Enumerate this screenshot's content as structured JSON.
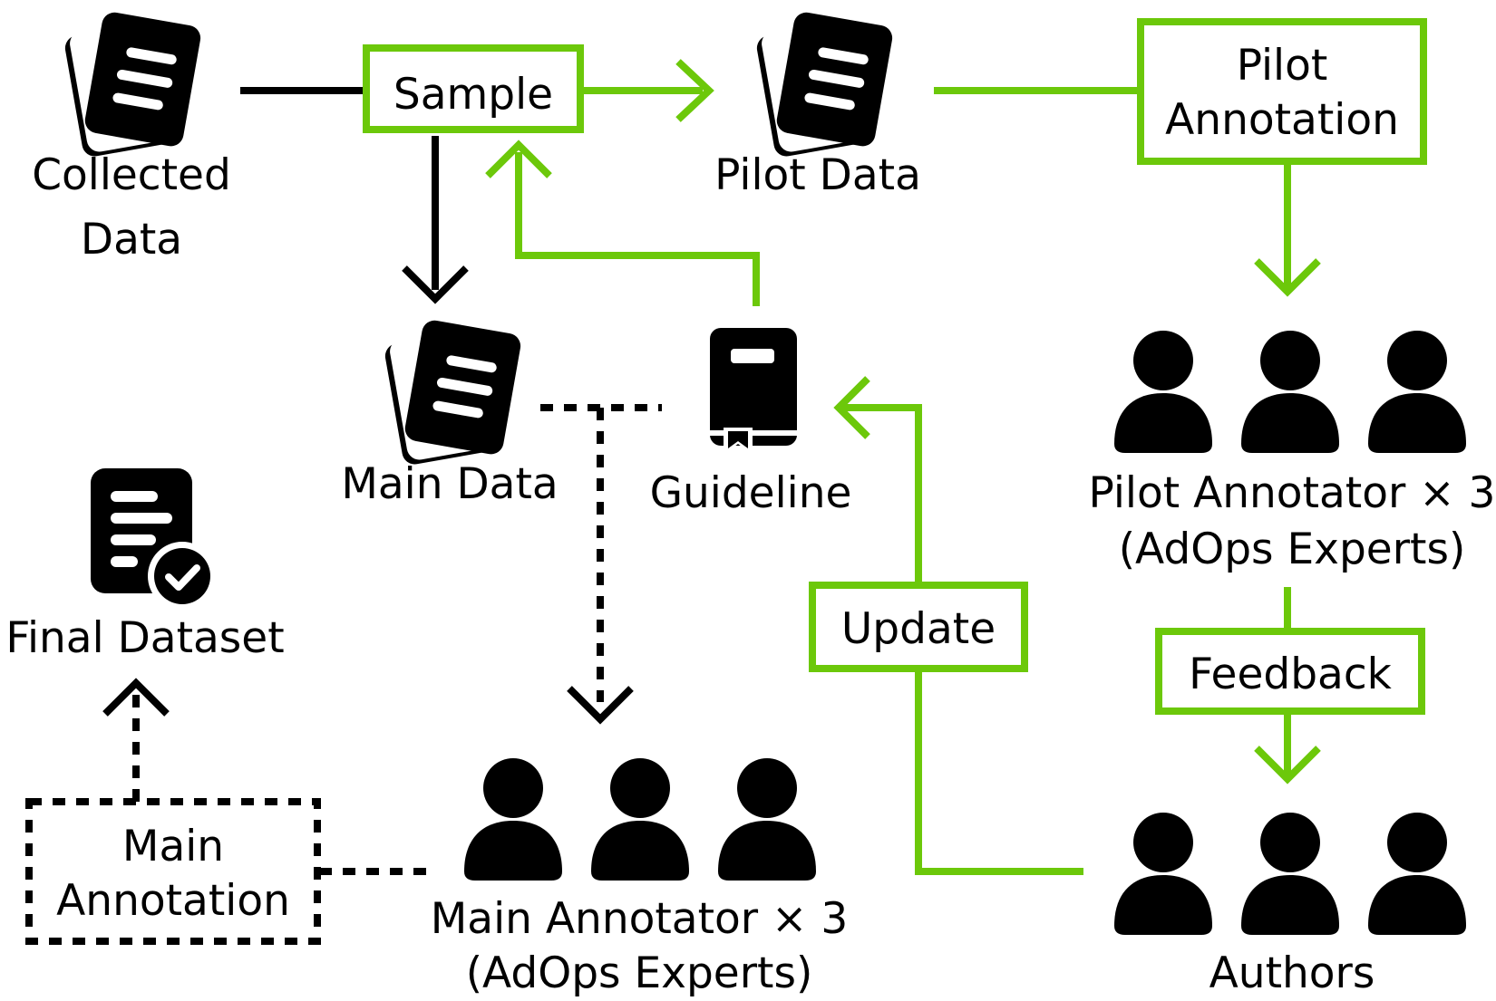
{
  "colors": {
    "accent": "#6cc80a",
    "ink": "#000000",
    "background": "#ffffff"
  },
  "nodes": {
    "collected_data": {
      "icon": "documents-icon",
      "label_lines": [
        "Collected",
        "Data"
      ]
    },
    "pilot_data": {
      "icon": "documents-icon",
      "label": "Pilot Data"
    },
    "main_data": {
      "icon": "documents-icon",
      "label": "Main Data"
    },
    "guideline": {
      "icon": "book-icon",
      "label": "Guideline"
    },
    "final_dataset": {
      "icon": "checked-document-icon",
      "label": "Final Dataset"
    },
    "pilot_annotators": {
      "icon": "group-icon",
      "label_lines": [
        "Pilot Annotator × 3",
        "(AdOps Experts)"
      ]
    },
    "main_annotators": {
      "icon": "group-icon",
      "label_lines": [
        "Main Annotator × 3",
        "(AdOps Experts)"
      ]
    },
    "authors": {
      "icon": "group-icon",
      "label": "Authors"
    }
  },
  "process_boxes": {
    "sample": {
      "label": "Sample"
    },
    "pilot_annotation": {
      "label_lines": [
        "Pilot",
        "Annotation"
      ]
    },
    "update": {
      "label": "Update"
    },
    "feedback": {
      "label": "Feedback"
    },
    "main_annotation": {
      "label_lines": [
        "Main",
        "Annotation"
      ]
    }
  }
}
